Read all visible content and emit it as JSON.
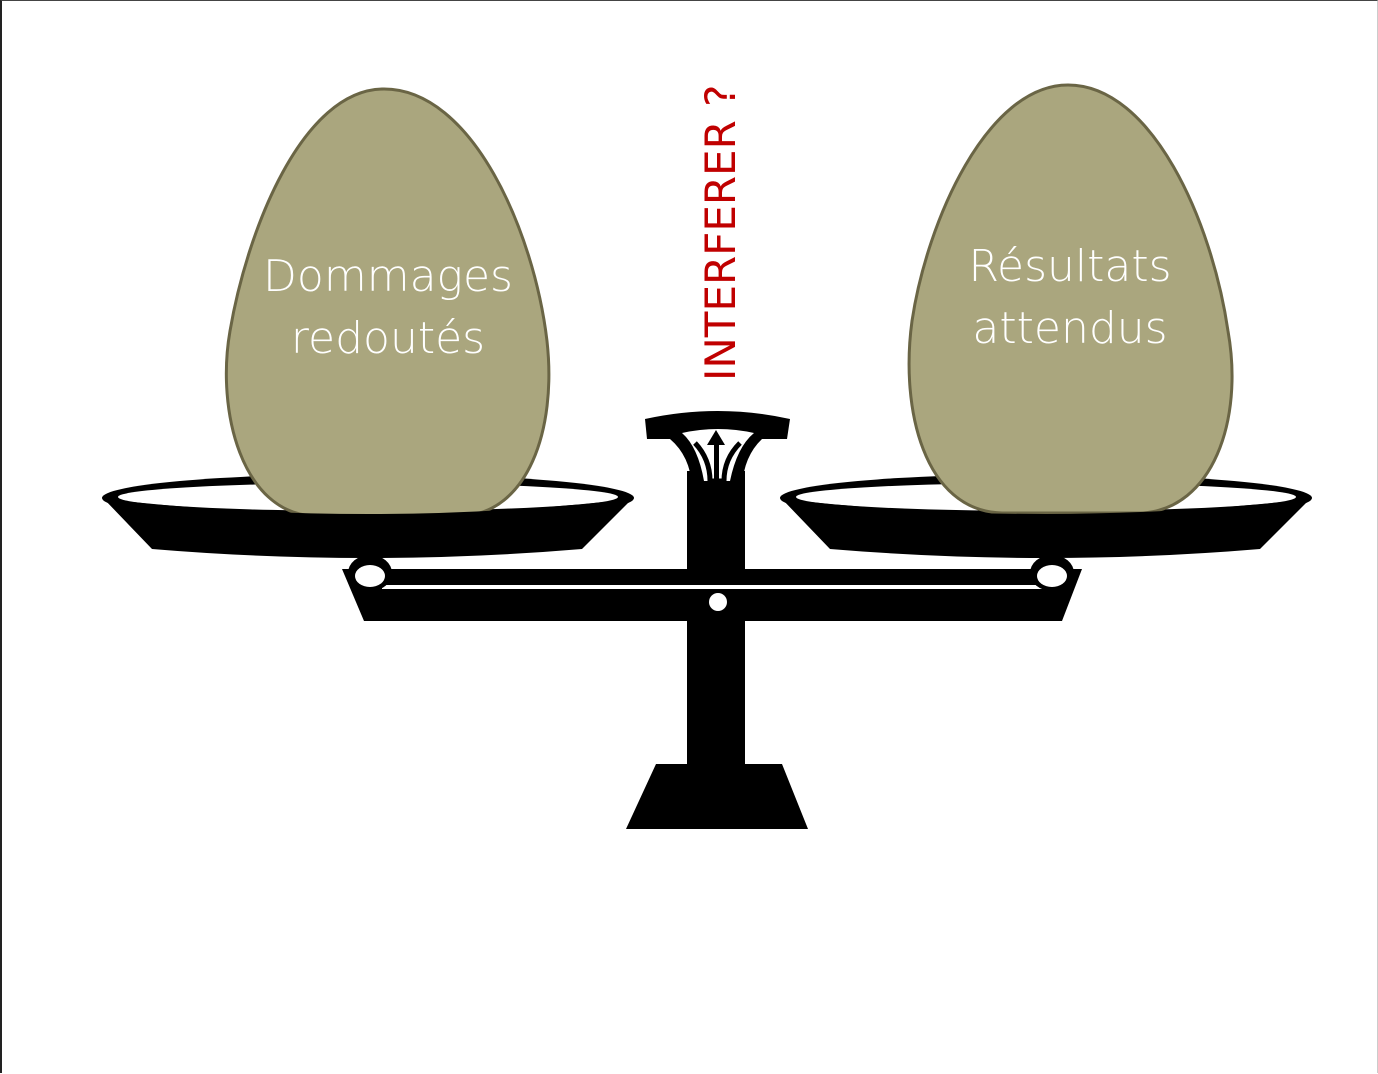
{
  "question": {
    "text": "INTERFERER ?"
  },
  "left_egg": {
    "line1": "Dommages",
    "line2": "redoutés"
  },
  "right_egg": {
    "line1": "Résultats",
    "line2": "attendus"
  },
  "colors": {
    "egg_fill": "#aaa67e",
    "egg_stroke": "#6a6545",
    "scale": "#000000",
    "question": "#c00000",
    "egg_text": "#ffffff"
  }
}
